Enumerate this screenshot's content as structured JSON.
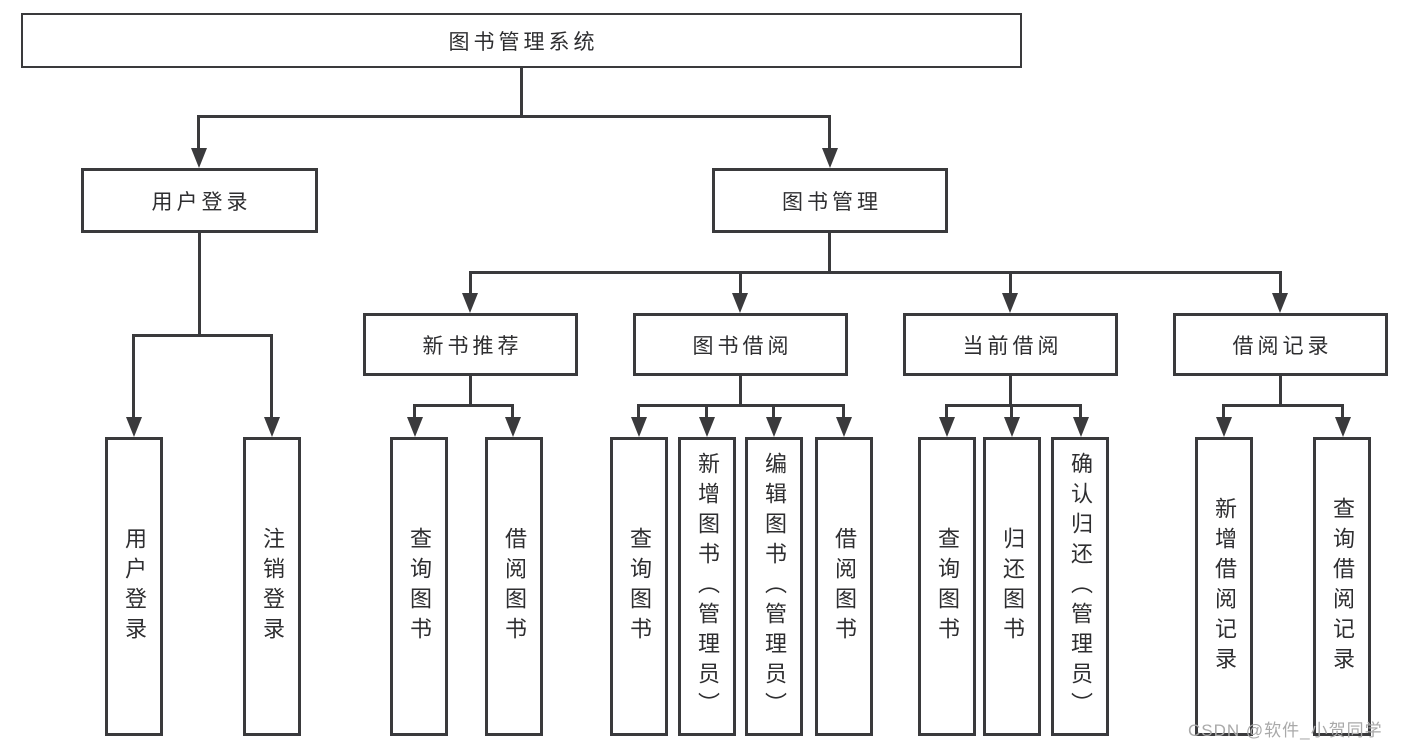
{
  "tree": {
    "root": {
      "label": "图书管理系统"
    },
    "level1": [
      {
        "label": "用户登录",
        "children": [
          {
            "label": "用户登录"
          },
          {
            "label": "注销登录"
          }
        ]
      },
      {
        "label": "图书管理",
        "children": [
          {
            "label": "新书推荐",
            "children": [
              {
                "label": "查询图书"
              },
              {
                "label": "借阅图书"
              }
            ]
          },
          {
            "label": "图书借阅",
            "children": [
              {
                "label": "查询图书"
              },
              {
                "label": "新增图书（管理员）"
              },
              {
                "label": "编辑图书（管理员）"
              },
              {
                "label": "借阅图书"
              }
            ]
          },
          {
            "label": "当前借阅",
            "children": [
              {
                "label": "查询图书"
              },
              {
                "label": "归还图书"
              },
              {
                "label": "确认归还（管理员）"
              }
            ]
          },
          {
            "label": "借阅记录",
            "children": [
              {
                "label": "新增借阅记录"
              },
              {
                "label": "查询借阅记录"
              }
            ]
          }
        ]
      }
    ]
  },
  "watermark": {
    "text": "CSDN @软件_小贺同学"
  },
  "colors": {
    "line": "#3a3a3c",
    "text": "#2e2e30",
    "background": "#ffffff",
    "watermark": "#a9a9a9"
  }
}
